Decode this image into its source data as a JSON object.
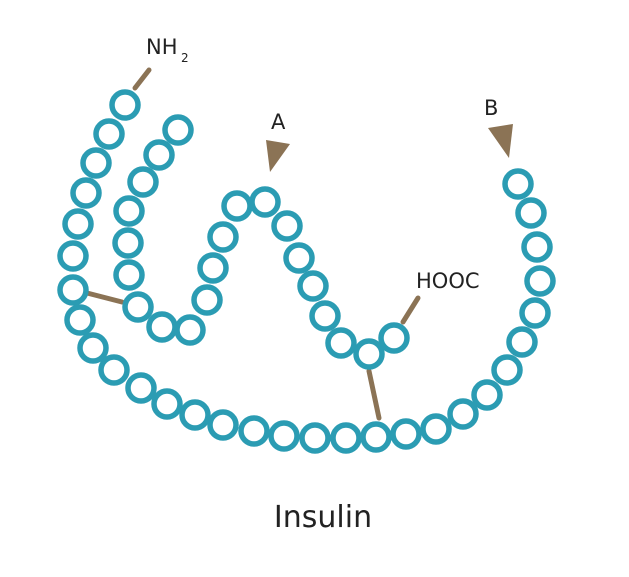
{
  "diagram": {
    "caption": "Insulin",
    "labels": {
      "n_terminus": "NH",
      "n_terminus_sub": "2",
      "c_terminus": "HOOC",
      "chain_a": "A",
      "chain_b": "B"
    },
    "colors": {
      "bead": "#2b9cb3",
      "bond": "#8b7355",
      "arrow": "#8b7355",
      "text": "#222222"
    }
  }
}
